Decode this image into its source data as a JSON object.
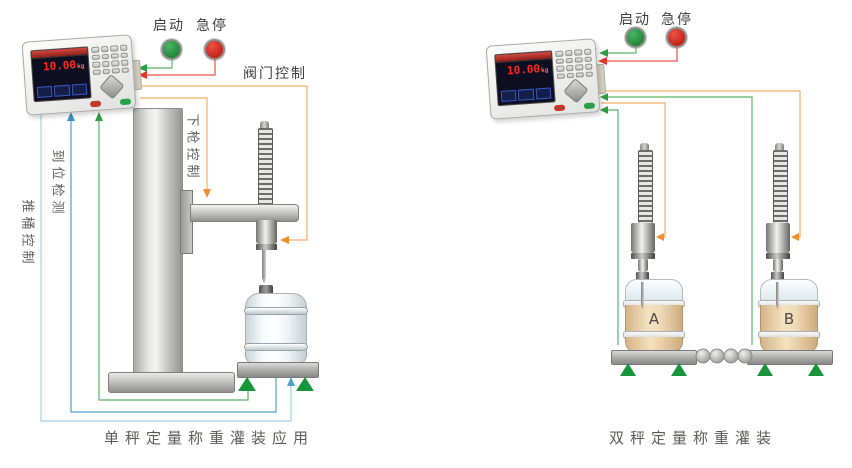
{
  "left_diagram": {
    "caption": "单秤定量称重灌装应用",
    "start_label": "启动",
    "estop_label": "急停",
    "valve_control_label": "阀门控制",
    "gun_down_control_label": "下枪控制",
    "position_detect_label": "到位检测",
    "push_barrel_control_label": "推桶控制",
    "indicator": {
      "display_value": "10.00",
      "display_unit": "kg"
    }
  },
  "right_diagram": {
    "caption": "双秤定量称重灌装",
    "start_label": "启动",
    "estop_label": "急停",
    "scale_a_label": "A",
    "scale_b_label": "B",
    "indicator": {
      "display_value": "10.00",
      "display_unit": "kg"
    }
  },
  "colors": {
    "wire_green": "#5cb469",
    "wire_red": "#ea5045",
    "wire_orange": "#f4ad66",
    "wire_blue": "#4f9fd4",
    "wire_light_blue": "#a3d0ea",
    "load_cell_green": "#18953b",
    "display_digit_red": "#ff2a1f",
    "start_button_green": "#1f8637",
    "estop_button_red": "#c0221a"
  }
}
